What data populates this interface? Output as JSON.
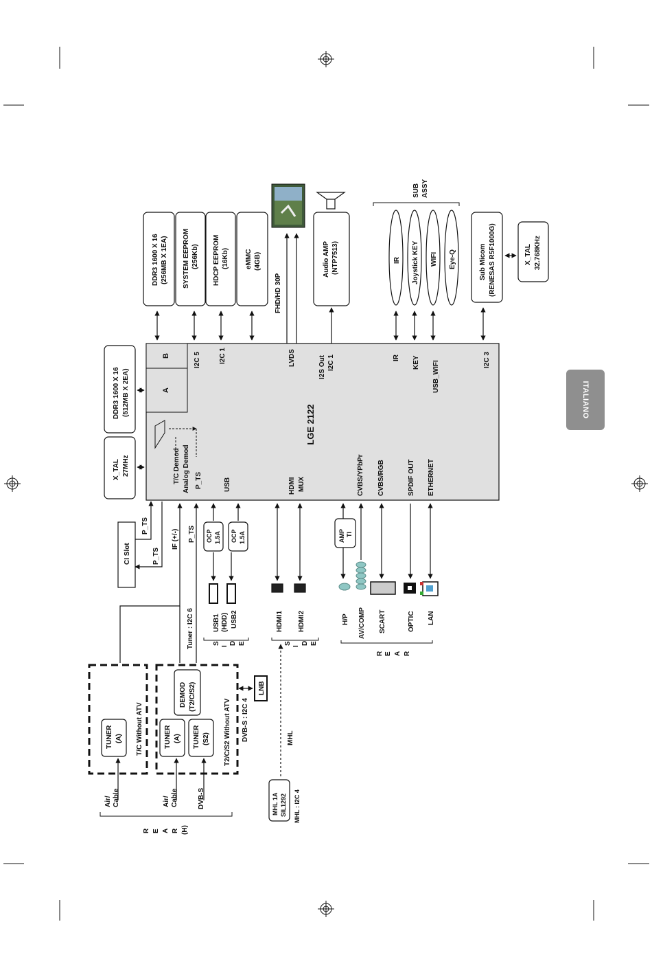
{
  "language_tab": "ITALIANO",
  "main_chip": {
    "name": "LGE 2122",
    "region_a": "A",
    "region_b": "B"
  },
  "top_blocks": {
    "ddr3_1": [
      "DDR3 1600 X 16",
      "(256MB X 1EA)"
    ],
    "system_eeprom": [
      "SYSTEM EEPROM",
      "(256Kb)"
    ],
    "hdcp_eeprom": [
      "HDCP EEPROM",
      "(16Kb)"
    ],
    "emmc": [
      "eMMC",
      "(4GB)"
    ],
    "audio_amp": [
      "Audio AMP",
      "(NTP7513)"
    ],
    "sub_micom": [
      "Sub Micom",
      "(RENESAS R5F1000G)"
    ],
    "xtal_32k": [
      "X_TAL",
      "32.768KHz"
    ],
    "fhd_label": "FHD/HD 30P",
    "sub_assy": [
      "SUB",
      "ASSY"
    ]
  },
  "sub_assy_items": [
    "IR",
    "Joystick KEY",
    "WIFI",
    "Eye-Q"
  ],
  "left_blocks": {
    "ddr3_2": [
      "DDR3 1600 X 16",
      "(512MB X 2EA)"
    ],
    "xtal_27": [
      "X_TAL",
      "27MHz"
    ],
    "ci_slot": "CI Slot"
  },
  "chip_pins": {
    "i2c5": "I2C 5",
    "i2c1": "I2C 1",
    "lvds": "LVDS",
    "i2s_out": [
      "I2S Out",
      "I2C 1"
    ],
    "ir": "IR",
    "key": "KEY",
    "usb_wifi": "USB_WIFI",
    "i2c3": "I2C 3",
    "tc_demod": "T/C Demod",
    "analog_demod": "Analog Demod",
    "p_ts": "P_TS",
    "usb": "USB",
    "hdmi_mux": [
      "HDMI",
      "MUX"
    ],
    "cvbs_ypbpr": "CVBS/YPbPr",
    "cvbs_rgb": "CVBS/RGB",
    "spdif_out": "SPDIF OUT",
    "ethernet": "ETHERNET"
  },
  "signals": {
    "p_ts_a": "P_TS",
    "p_ts_b": "P_TS",
    "if": "IF (+/-)",
    "p_ts_c": "P_TS",
    "tuner_i2c6": "Tuner : I2C 6",
    "mhl": "MHL",
    "dvbs_i2c4": "DVB-S : I2C 4"
  },
  "ocp": [
    [
      "OCP",
      "1.5A"
    ],
    [
      "OCP",
      "1.5A"
    ]
  ],
  "amp_ti": [
    "AMP",
    "TI"
  ],
  "side_ports": {
    "usb1": [
      "USB1",
      "(HDD)"
    ],
    "usb2": "USB2",
    "hdmi1": "HDMI1",
    "hdmi2": "HDMI2",
    "side_word": "SIDE"
  },
  "rear_ports": {
    "items": [
      "H/P",
      "AV/COMP",
      "SCART",
      "OPTIC",
      "LAN"
    ],
    "rear_word": "REAR"
  },
  "tuner_groups": {
    "tc_label": "T/C Without ATV",
    "t2_label": "T2/C/S2 Without ATV",
    "tuner_a1": [
      "TUNER",
      "(A)"
    ],
    "tuner_a2": [
      "TUNER",
      "(A)"
    ],
    "tuner_s2": [
      "TUNER",
      "(S2)"
    ],
    "demod": [
      "DEMOD",
      "(T2/C/S2)"
    ],
    "lnb": "LNB"
  },
  "rear_h": {
    "inputs": [
      [
        "Air/",
        "Cable"
      ],
      [
        "Air/",
        "Cable"
      ],
      "DVB-S"
    ],
    "word": "REAR(H)"
  },
  "mhl_chip": {
    "name": [
      "MHL 1A",
      "SIL1292"
    ],
    "bus": "MHL : I2C 4"
  }
}
